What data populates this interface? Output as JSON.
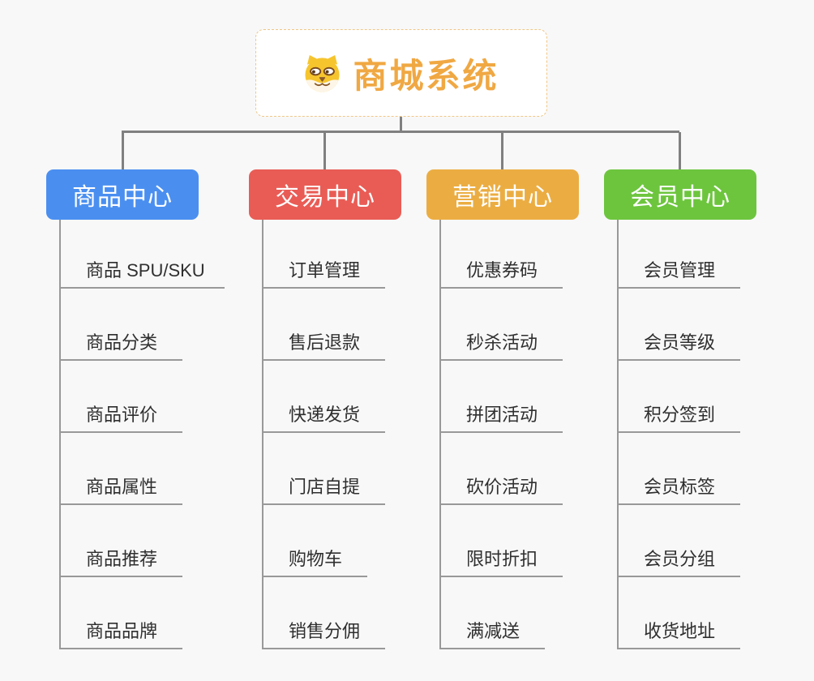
{
  "root": {
    "title": "商城系统",
    "icon": "dog-face-icon"
  },
  "branches": [
    {
      "label": "商品中心",
      "color": "#4A8FF0",
      "items": [
        "商品 SPU/SKU",
        "商品分类",
        "商品评价",
        "商品属性",
        "商品推荐",
        "商品品牌"
      ]
    },
    {
      "label": "交易中心",
      "color": "#E95C55",
      "items": [
        "订单管理",
        "售后退款",
        "快递发货",
        "门店自提",
        "购物车",
        "销售分佣"
      ]
    },
    {
      "label": "营销中心",
      "color": "#EBAD42",
      "items": [
        "优惠券码",
        "秒杀活动",
        "拼团活动",
        "砍价活动",
        "限时折扣",
        "满减送"
      ]
    },
    {
      "label": "会员中心",
      "color": "#6DC53E",
      "items": [
        "会员管理",
        "会员等级",
        "积分签到",
        "会员标签",
        "会员分组",
        "收货地址"
      ]
    }
  ],
  "colors": {
    "background": "#f8f8f8",
    "connector": "#808080",
    "sub_line": "#999999",
    "root_text": "#F0A843",
    "root_border": "#F0C686",
    "node_text": "#ffffff",
    "item_text": "#2f2f2f"
  }
}
